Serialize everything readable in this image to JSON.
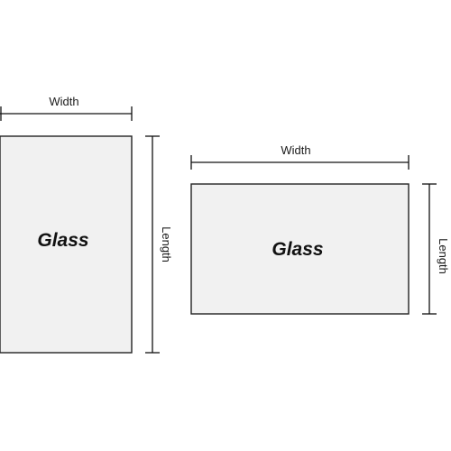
{
  "panels": [
    {
      "orientation": "portrait",
      "label": "Glass",
      "width_label": "Width",
      "length_label": "Length"
    },
    {
      "orientation": "landscape",
      "label": "Glass",
      "width_label": "Width",
      "length_label": "Length"
    }
  ],
  "colors": {
    "panel_fill": "#f1f1f1",
    "panel_stroke": "#222222",
    "line": "#111111",
    "text": "#111111"
  }
}
